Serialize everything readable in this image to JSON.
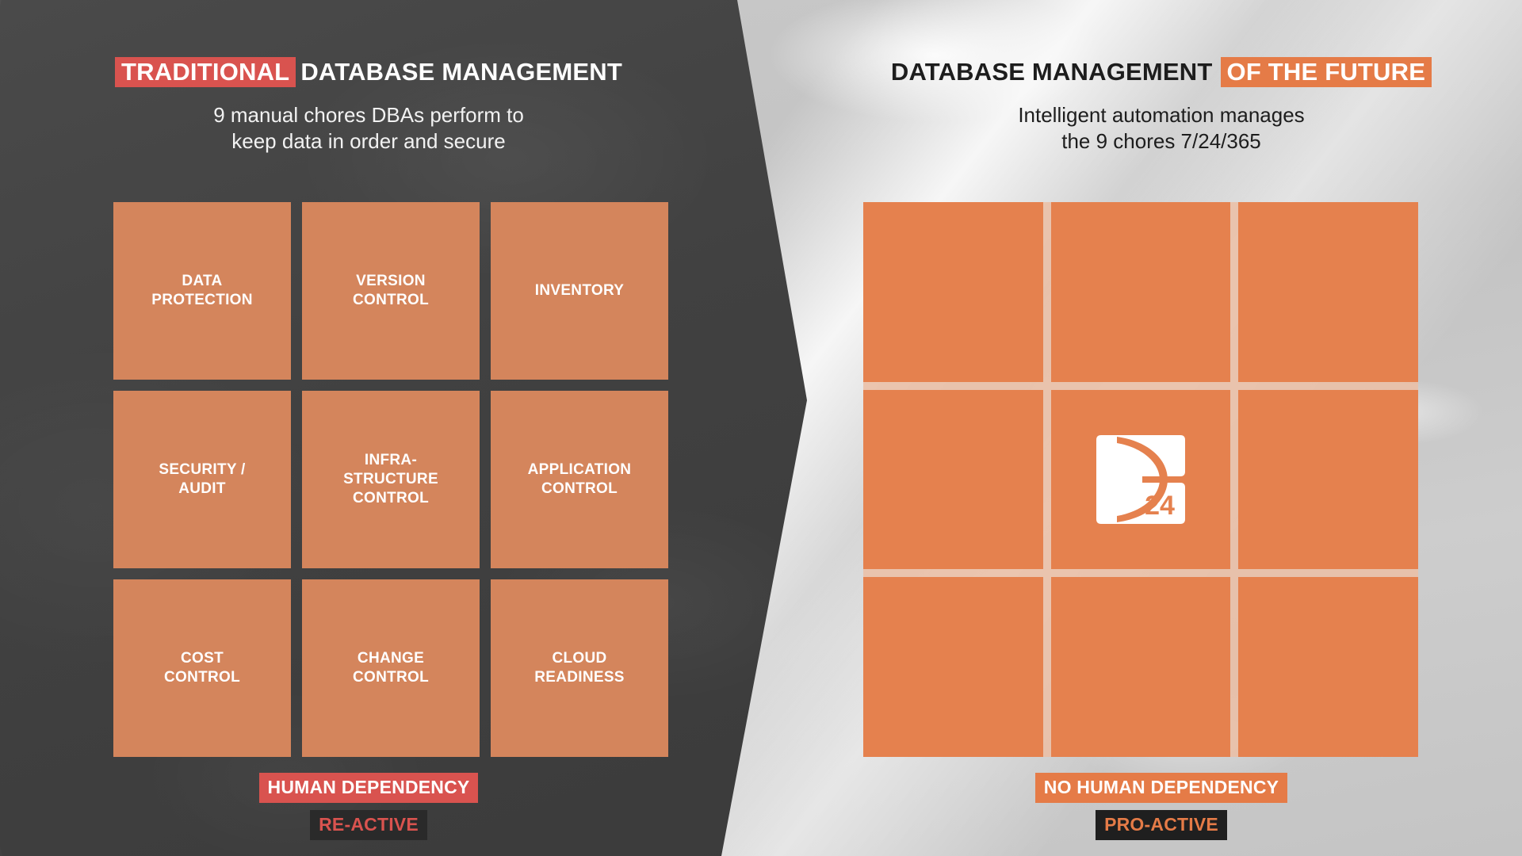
{
  "left": {
    "title_highlight": "TRADITIONAL",
    "title_rest": "DATABASE MANAGEMENT",
    "subtitle_line1": "9 manual chores DBAs perform to",
    "subtitle_line2": "keep data in order and secure",
    "tiles": [
      "DATA PROTECTION",
      "VERSION CONTROL",
      "INVENTORY",
      "SECURITY / AUDIT",
      "INFRA- STRUCTURE CONTROL",
      "APPLICATION CONTROL",
      "COST CONTROL",
      "CHANGE CONTROL",
      "CLOUD READINESS"
    ],
    "tile_lines": [
      [
        "DATA",
        "PROTECTION"
      ],
      [
        "VERSION",
        "CONTROL"
      ],
      [
        "INVENTORY"
      ],
      [
        "SECURITY /",
        "AUDIT"
      ],
      [
        "INFRA-",
        "STRUCTURE",
        "CONTROL"
      ],
      [
        "APPLICATION",
        "CONTROL"
      ],
      [
        "COST",
        "CONTROL"
      ],
      [
        "CHANGE",
        "CONTROL"
      ],
      [
        "CLOUD",
        "READINESS"
      ]
    ],
    "badge_primary": "HUMAN DEPENDENCY",
    "badge_secondary": "RE-ACTIVE"
  },
  "right": {
    "title_rest": "DATABASE MANAGEMENT",
    "title_highlight": "OF THE FUTURE",
    "subtitle_line1": "Intelligent automation manages",
    "subtitle_line2": "the 9 chores 7/24/365",
    "logo_text": "24",
    "badge_primary": "NO HUMAN DEPENDENCY",
    "badge_secondary": "PRO-ACTIVE"
  },
  "colors": {
    "red": "#d9534f",
    "orange": "#e57b47",
    "tile_left": "#d4855c",
    "tile_right": "#e5814e",
    "panel_left_bg": "#414141",
    "panel_right_bg": "#c6c6c6",
    "white": "#ffffff",
    "dark_text": "#1d1d1d"
  }
}
